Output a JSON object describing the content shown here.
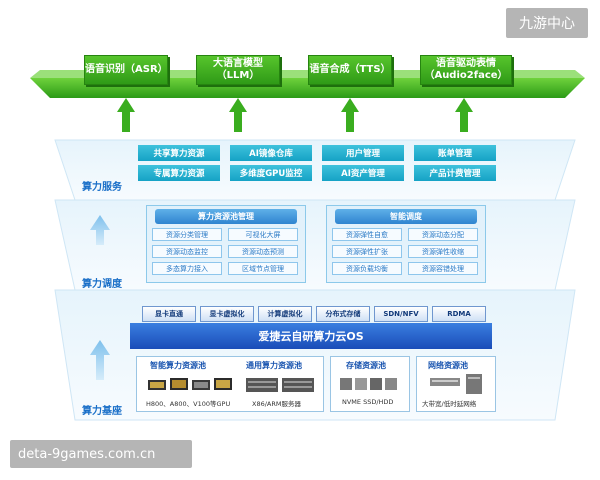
{
  "watermark_top": "九游中心",
  "watermark_bottom": "deta-9games.com.cn",
  "top_modules": [
    "语音识别（ASR）",
    "大语言模型\n（LLM）",
    "语音合成（TTS）",
    "语音驱动表情\n（Audio2face）"
  ],
  "layers": {
    "service": "算力服务",
    "scheduling": "算力调度",
    "base": "算力基座"
  },
  "service_items": [
    [
      "共享算力资源",
      "AI镜像仓库",
      "用户管理",
      "账单管理"
    ],
    [
      "专属算力资源",
      "多维度GPU监控",
      "AI资产管理",
      "产品计费管理"
    ]
  ],
  "scheduling": {
    "left_panel": {
      "title": "算力资源池管理",
      "cells": [
        [
          "资源分类管理",
          "可视化大屏"
        ],
        [
          "资源动态监控",
          "资源动态预测"
        ],
        [
          "多态算力接入",
          "区域节点管理"
        ]
      ]
    },
    "right_panel": {
      "title": "智能调度",
      "cells": [
        [
          "资源弹性自愈",
          "资源动态分配"
        ],
        [
          "资源弹性扩张",
          "资源弹性收缩"
        ],
        [
          "资源负载均衡",
          "资源容错处理"
        ]
      ]
    }
  },
  "virtualization": [
    "显卡直通",
    "显卡虚拟化",
    "计算虚拟化",
    "分布式存储",
    "SDN/NFV",
    "RDMA"
  ],
  "os_label": "爱捷云自研算力云OS",
  "base": {
    "compute": {
      "title1": "智能算力资源池",
      "title2": "通用算力资源池",
      "sub1": "H800、A800、V100等GPU",
      "sub2": "X86/ARM服务器"
    },
    "storage": {
      "title": "存储资源池",
      "sub": "NVME SSD/HDD"
    },
    "network": {
      "title": "网络资源池",
      "sub": "大带宽/低时延网络"
    }
  },
  "colors": {
    "green": "#3aad1f",
    "cyan": "#1aa6c8",
    "blue_label": "#1a6fc8",
    "os_blue": "#1f55c0"
  }
}
